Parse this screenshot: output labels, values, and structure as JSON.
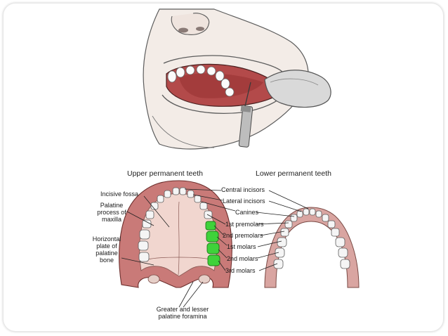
{
  "headings": {
    "upper": "Upper permanent teeth",
    "lower": "Lower permanent teeth"
  },
  "labels": {
    "incisive_fossa": "Incisive fossa",
    "palatine_process": "Palatine process of maxilla",
    "horizontal_plate": "Horizontal plate of palatine bone",
    "foramina": "Greater and lesser palatine foramina",
    "central_incisors": "Central incisors",
    "lateral_incisors": "Lateral incisors",
    "canines": "Canines",
    "first_premolars": "1st premolars",
    "second_premolars": "2nd premolars",
    "first_molars": "1st molars",
    "second_molars": "2nd molars",
    "third_molars": "3rd molars"
  },
  "colors": {
    "highlight": "#3fd23a",
    "gum": "#c97a78",
    "palate": "#f1d6cf",
    "skin": "#f4ece6"
  }
}
